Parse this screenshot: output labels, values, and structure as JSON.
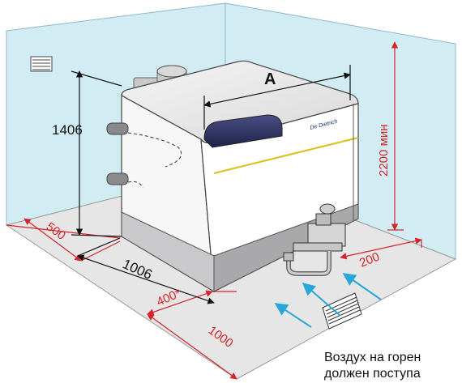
{
  "diagram": {
    "dimensions": {
      "width_label": "A",
      "height": "1406",
      "depth": "1006",
      "left_clearance": "500",
      "front_clearance": "400*",
      "front_zone": "1000",
      "right_clearance": "200",
      "ceiling": "2200 мин"
    },
    "brand": "De Dietrich",
    "caption_line1": "Воздух на горен",
    "caption_line2": "должен поступа"
  },
  "colors": {
    "wall": "#d2ecf4",
    "floor": "#e8e8e8",
    "dimension_red": "#d8232a",
    "airflow_blue": "#2aa6d8",
    "boiler_panel": "#ffffff",
    "boiler_base": "#a9a9ab",
    "boiler_trim_yellow": "#d8c21a",
    "boiler_window": "#2b2f5c"
  }
}
